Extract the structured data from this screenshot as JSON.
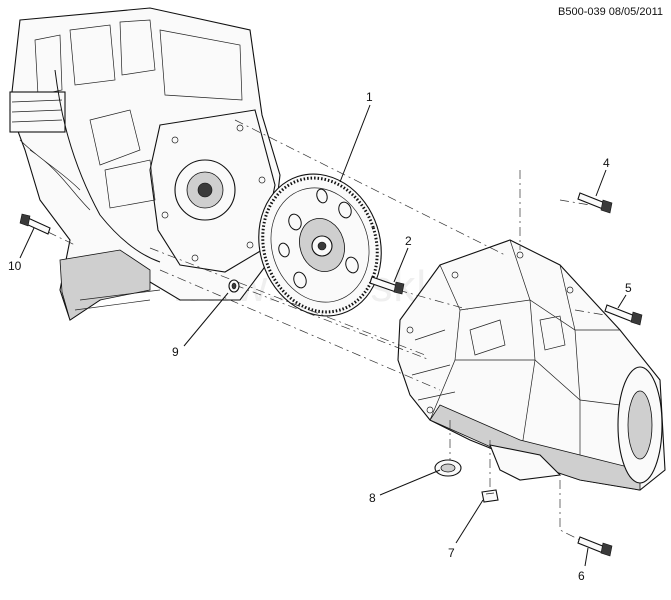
{
  "header": {
    "code": "B500-039 08/05/2011"
  },
  "watermark": "www.Avtosklad.ru",
  "callouts": [
    {
      "id": "1",
      "label": "1"
    },
    {
      "id": "2",
      "label": "2"
    },
    {
      "id": "4",
      "label": "4"
    },
    {
      "id": "5",
      "label": "5"
    },
    {
      "id": "6",
      "label": "6"
    },
    {
      "id": "7",
      "label": "7"
    },
    {
      "id": "8",
      "label": "8"
    },
    {
      "id": "9",
      "label": "9"
    },
    {
      "id": "10",
      "label": "10"
    }
  ]
}
